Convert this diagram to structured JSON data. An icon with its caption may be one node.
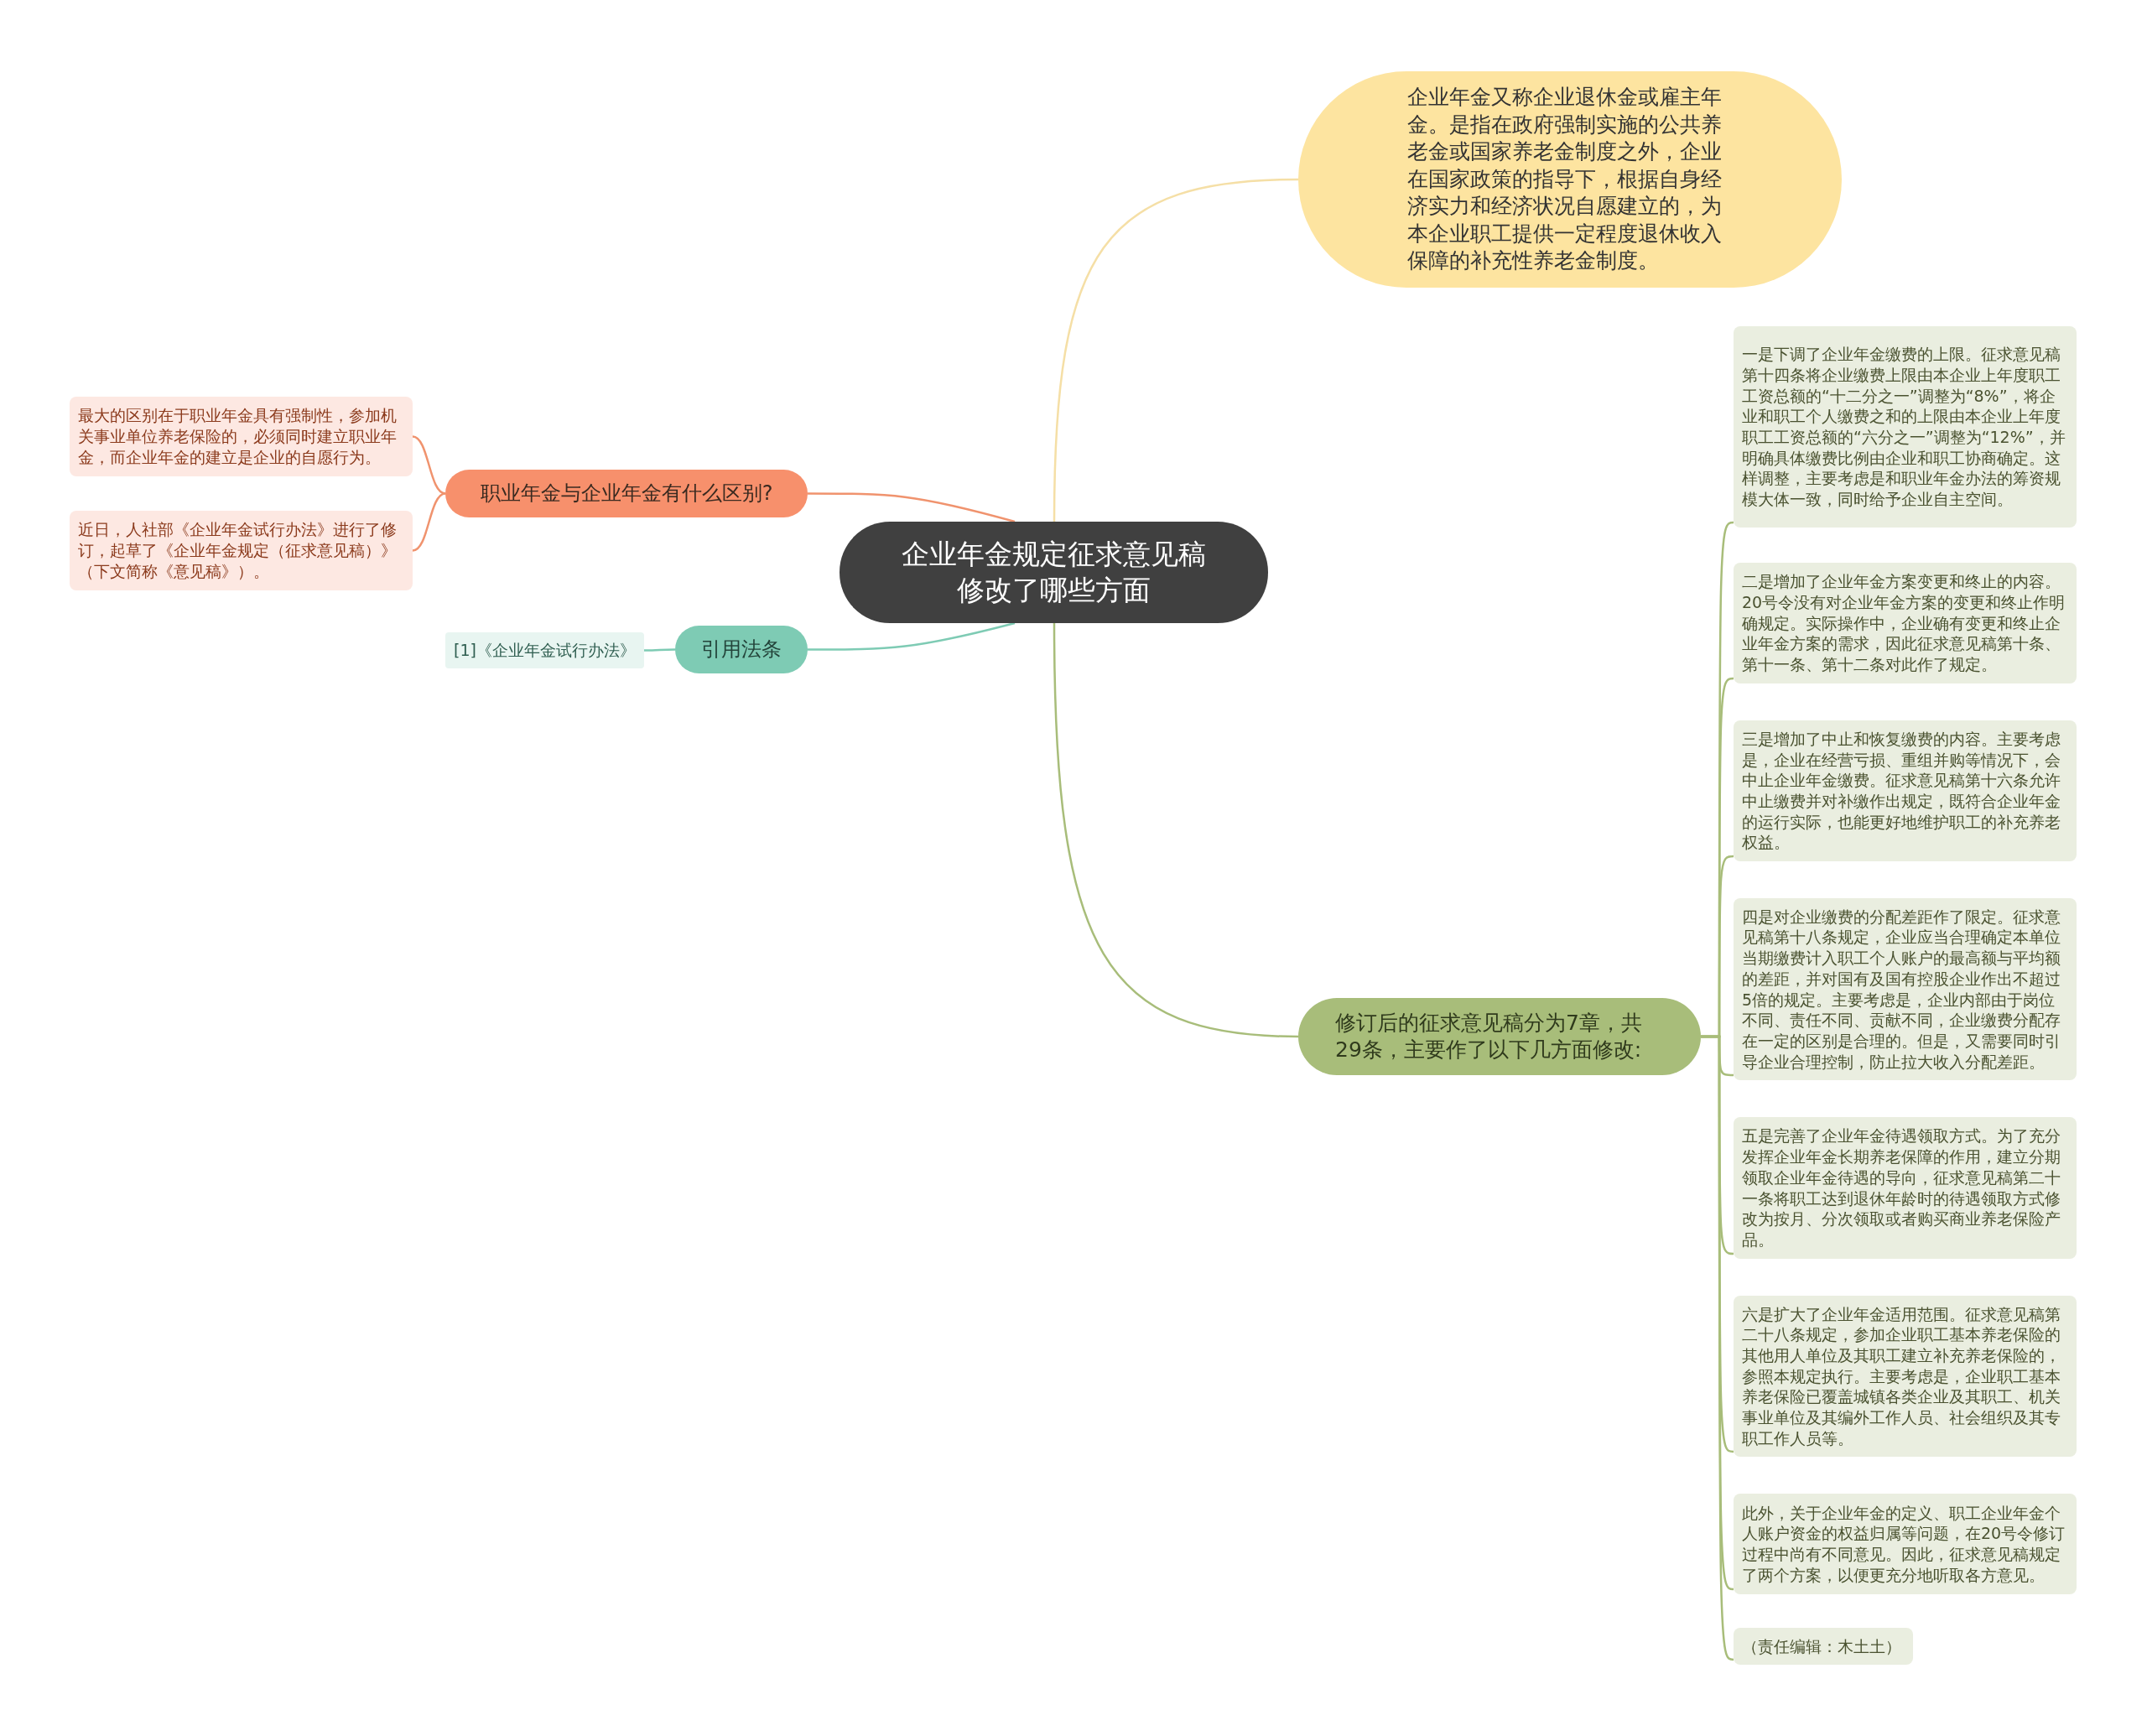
{
  "diagram": {
    "nodes": [
      {
        "text": [
          "企业年金规定征求意见稿修改了哪些方面"
        ]
      },
      {
        "text": [
          "企业年金又称企业退休金或雇主年金。是指在政府强制实施的公共养老金或国家养老金制度之外，企业在国家政策的指导下，根据自身经济实力和经济状况自愿建立的，为本企业职工提供一定程度退休收入保障的补充性养老金制度。"
        ]
      },
      {
        "text": [
          "职业年金与企业年金有什么区别?"
        ]
      },
      {
        "text": [
          "最大的区别在于职业年金具有强制性，参加机关事业单位养老保险的，必须同时建立职业年金，而企业年金的建立是企业的自愿行为。"
        ]
      },
      {
        "text": [
          "近日，人社部《企业年金试行办法》进行了修订，起草了《企业年金规定（征求意见稿）》（下文简称《意见稿》）。"
        ]
      },
      {
        "text": [
          "引用法条"
        ]
      },
      {
        "text": [
          "[1]《企业年金试行办法》"
        ]
      },
      {
        "text": [
          "修订后的征求意见稿分为7章，共29条，主要作了以下几方面修改:"
        ]
      },
      {
        "text": [
          "一是下调了企业年金缴费的上限。征求意见稿第十四条将企业缴费上限由本企业上年度职工工资总额的“十二分之一”调整为“8%”，将企业和职工个人缴费之和的上限由本企业上年度职工工资总额的“六分之一”调整为“12%”，并明确具体缴费比例由企业和职工协商确定。这样调整，主要考虑是和职业年金办法的筹资规模大体一致，同时给予企业自主空间。"
        ]
      },
      {
        "text": [
          "二是增加了企业年金方案变更和终止的内容。20号令没有对企业年金方案的变更和终止作明确规定。实际操作中，企业确有变更和终止企业年金方案的需求，因此征求意见稿第十条、第十一条、第十二条对此作了规定。"
        ]
      },
      {
        "text": [
          "三是增加了中止和恢复缴费的内容。主要考虑是，企业在经营亏损、重组并购等情况下，会中止企业年金缴费。征求意见稿第十六条允许中止缴费并对补缴作出规定，既符合企业年金的运行实际，也能更好地维护职工的补充养老权益。"
        ]
      },
      {
        "text": [
          "四是对企业缴费的分配差距作了限定。征求意见稿第十八条规定，企业应当合理确定本单位当期缴费计入职工个人账户的最高额与平均额的差距，并对国有及国有控股企业作出不超过5倍的规定。主要考虑是，企业内部由于岗位不同、责任不同、贡献不同，企业缴费分配存在一定的区别是合理的。但是，又需要同时引导企业合理控制，防止拉大收入分配差距。"
        ]
      },
      {
        "text": [
          "五是完善了企业年金待遇领取方式。为了充分发挥企业年金长期养老保障的作用，建立分期领取企业年金待遇的导向，征求意见稿第二十一条将职工达到退休年龄时的待遇领取方式修改为按月、分次领取或者购买商业养老保险产品。"
        ]
      },
      {
        "text": [
          "六是扩大了企业年金适用范围。征求意见稿第二十八条规定，参加企业职工基本养老保险的其他用人单位及其职工建立补充养老保险的，参照本规定执行。主要考虑是，企业职工基本养老保险已覆盖城镇各类企业及其职工、机关事业单位及其编外工作人员、社会组织及其专职工作人员等。"
        ]
      },
      {
        "text": [
          "此外，关于企业年金的定义、职工企业年金个人账户资金的权益归属等问题，在20号令修订过程中尚有不同意见。因此，征求意见稿规定了两个方案，以便更充分地听取各方意见。"
        ]
      },
      {
        "text": [
          "（责任编辑：木土土）"
        ]
      }
    ],
    "edges": [
      {
        "from": 0,
        "to": 1,
        "arrow": "none",
        "color": "#f5dfa6"
      },
      {
        "from": 0,
        "to": 2,
        "arrow": "none",
        "color": "#f0936e"
      },
      {
        "from": 2,
        "to": 3,
        "arrow": "none",
        "color": "#f0936e"
      },
      {
        "from": 2,
        "to": 4,
        "arrow": "none",
        "color": "#f0936e"
      },
      {
        "from": 0,
        "to": 5,
        "arrow": "none",
        "color": "#7ecbb4"
      },
      {
        "from": 5,
        "to": 6,
        "arrow": "none",
        "color": "#7ecbb4"
      },
      {
        "from": 0,
        "to": 7,
        "arrow": "none"
      },
      {
        "from": 7,
        "to": 8,
        "arrow": "none"
      },
      {
        "from": 7,
        "to": 9,
        "arrow": "none"
      },
      {
        "from": 7,
        "to": 10,
        "arrow": "none"
      },
      {
        "from": 7,
        "to": 11,
        "arrow": "none"
      },
      {
        "from": 7,
        "to": 12,
        "arrow": "none"
      },
      {
        "from": 7,
        "to": 13,
        "arrow": "none"
      },
      {
        "from": 7,
        "to": 14,
        "arrow": "none"
      },
      {
        "from": 7,
        "to": 15,
        "arrow": "none"
      }
    ]
  }
}
